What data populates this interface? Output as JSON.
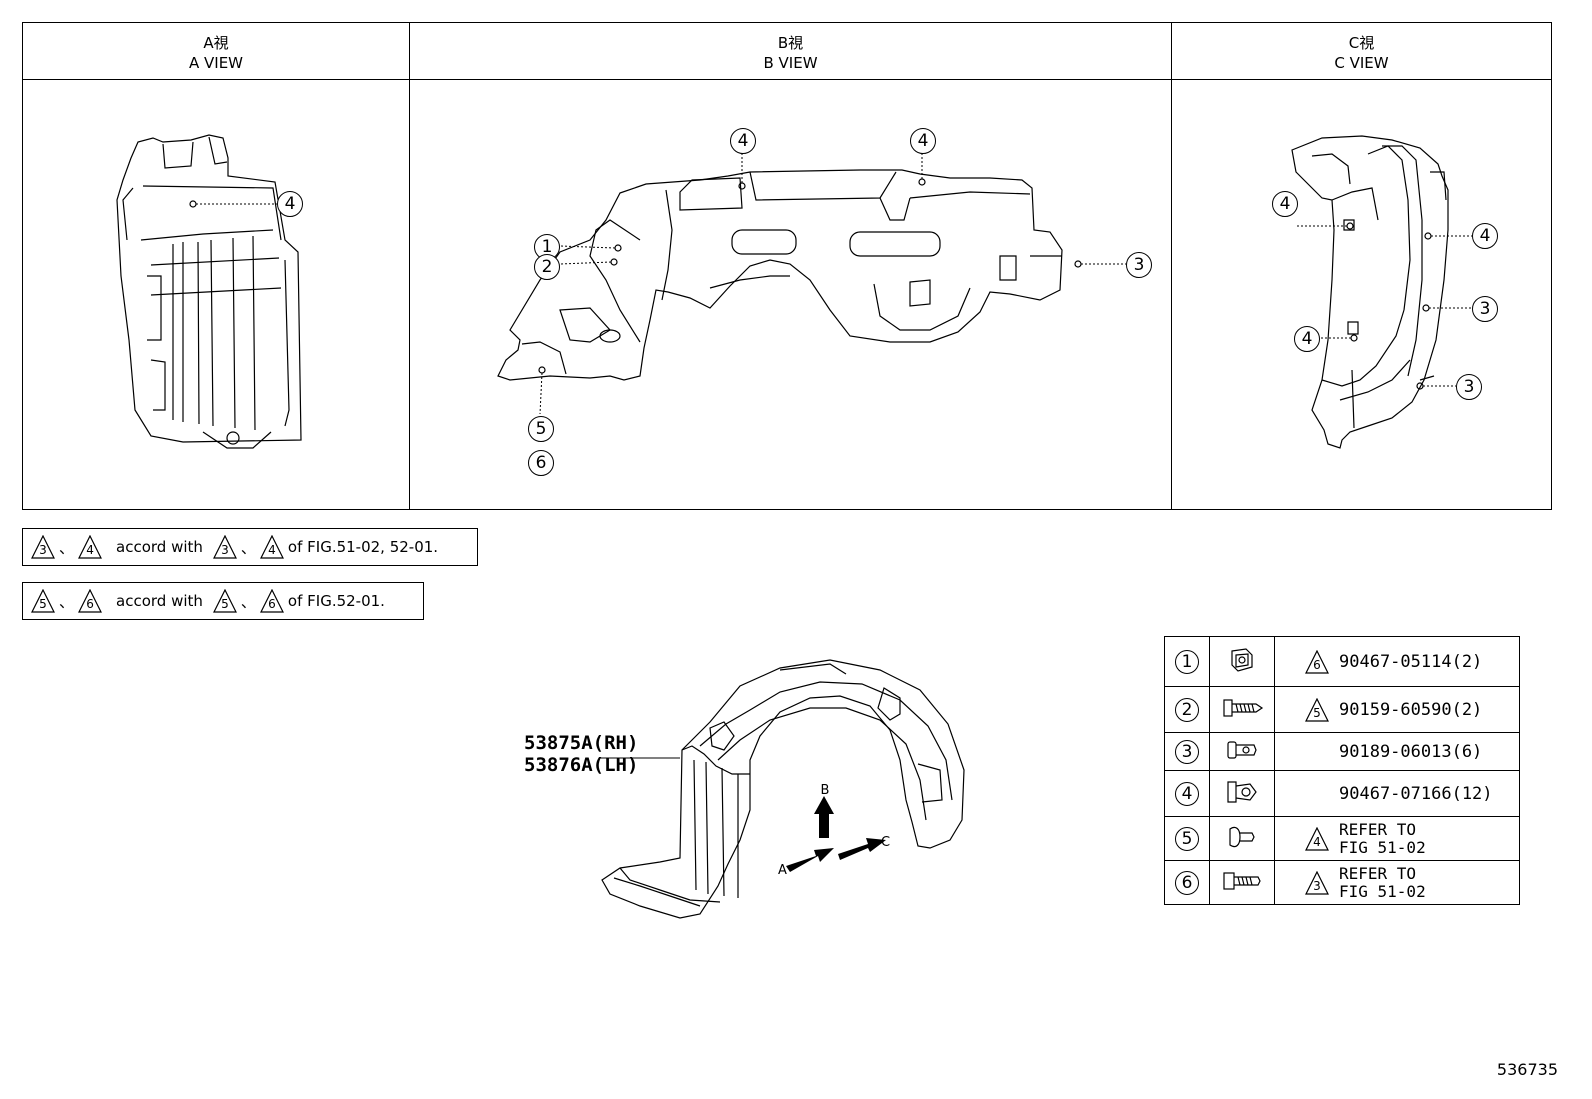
{
  "views": {
    "a": {
      "jp": "A視",
      "en": "A VIEW"
    },
    "b": {
      "jp": "B視",
      "en": "B VIEW"
    },
    "c": {
      "jp": "C視",
      "en": "C VIEW"
    }
  },
  "callouts": {
    "a_view": [
      "4"
    ],
    "b_view": [
      "4",
      "4",
      "1",
      "2",
      "3",
      "5",
      "6"
    ],
    "c_view": [
      "4",
      "4",
      "3",
      "4",
      "3"
    ]
  },
  "notes": [
    {
      "tri1": "3",
      "tri2": "4",
      "sep": "、",
      "accord": "accord with",
      "tri3": "3",
      "tri4": "4",
      "of": "of FIG.51-02, 52-01."
    },
    {
      "tri1": "5",
      "tri2": "6",
      "sep": "、",
      "accord": "accord with",
      "tri3": "5",
      "tri4": "6",
      "of": "of FIG.52-01."
    }
  ],
  "part": {
    "rh": "53875A(RH)",
    "lh": "53876A(LH)"
  },
  "directions": {
    "a": "A",
    "b": "B",
    "c": "C"
  },
  "parts_table": [
    {
      "num": "1",
      "icon": "nut-clip-icon",
      "tri": "6",
      "text": "90467-05114(2)"
    },
    {
      "num": "2",
      "icon": "screw-icon",
      "tri": "5",
      "text": "90159-60590(2)"
    },
    {
      "num": "3",
      "icon": "clip-icon",
      "tri": "",
      "text": "90189-06013(6)"
    },
    {
      "num": "4",
      "icon": "push-clip-icon",
      "tri": "",
      "text": "90467-07166(12)"
    },
    {
      "num": "5",
      "icon": "rivet-icon",
      "tri": "4",
      "line1": "REFER TO",
      "line2": "FIG 51-02"
    },
    {
      "num": "6",
      "icon": "bolt-icon",
      "tri": "3",
      "line1": "REFER TO",
      "line2": "FIG 51-02"
    }
  ],
  "figure_id": "536735"
}
